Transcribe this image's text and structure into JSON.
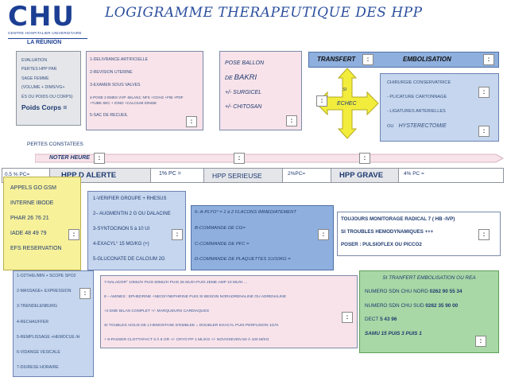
{
  "logo": {
    "letters": "CHU",
    "subtitle": "CENTRE HOSPITALIER UNIVERSITAIRE",
    "region": "LA RÉUNION"
  },
  "title": "LOGIGRAMME  THERAPEUTIQUE  DES HPP",
  "evaluation": {
    "lines": [
      "EVALUATION",
      "PERTES HPP PAR",
      "SAGE FEMME",
      "(VOLUME + DIMS/VG+",
      "ÉS  OU POIDS OU  CORPS)"
    ],
    "poids": "Poids Corps ="
  },
  "delivrance": {
    "lines": [
      "1-DELIVRANCE ARTIFICIELLE",
      "2-REVISION UTERINE",
      "3-EXAMEN SOUS VALVES",
      "4-POSE 2 EMES VVP  -BILAN1: NFS +COAG +FIB +PDF",
      "+TUBE SEC + IONO +CALCIUM IONISE",
      "5-SAC DE RECUEIL"
    ]
  },
  "ballon": {
    "l1": "POSE  BALLON",
    "l2a": "DE ",
    "l2b": "BAKRI",
    "l3": "+/-  SURGICEL",
    "l4": "+/-  CHITOSAN"
  },
  "transfert": "TRANSFERT",
  "embolisation": "EMBOLISATION",
  "si": "SI",
  "echec": "ECHEC",
  "chirurgie": {
    "title": "CHIRURGIE CONSERVATRICE",
    "l1": "- PLICATURE CARTONNAGE",
    "l2": "- LIGATURES ARTERIELLES",
    "l3a": "OU",
    "l3b": "HYSTERECTOMIE"
  },
  "pertes": "PERTES CONSTATEES",
  "noter_heure": "NOTER HEURE",
  "scale": {
    "p05": "0.5 % PC=",
    "alerte": "HPP D ALERTE",
    "p1": "1% PC =",
    "serieuse": "HPP SERIEUSE",
    "p2": "2%PC=",
    "grave": "HPP GRAVE",
    "p4": "4% PC ="
  },
  "appels": {
    "lines": [
      "APPELS  GO GSM",
      "INTERNE  IBODE",
      "PHAR 26 76 21",
      "IADE  48 49 79",
      "EFS  RESERVATION"
    ]
  },
  "verifier": {
    "lines": [
      "1-VERIFIER GROUPE + RHESUS",
      "2– AUGMENTIN 2 G OU DALACINE",
      "3-SYNTOCINON 5 à 10 UI",
      "4-EXACYL° 15 MG/KG (+)",
      "5-GLUCONATE DE CALCIUM 2G"
    ]
  },
  "plyo": {
    "lines": [
      "6- A-PLYO° = 1 à 2 FLACONS IMMEDIATEMENT",
      "B-COMMANDE DE CG=",
      "C-COMMANDE DE PFC =",
      "D-COMMANDE DE PLAQUETTES 1U/10KG ="
    ]
  },
  "monitorage": {
    "lines": [
      "TOUJOURS MONITORAGE RADICAL 7 ( HB -IVP)",
      "SI TROUBLES HEMODYNAMIQUES +++",
      "POSER :  PULSIOFLEX  OU  PICCO2"
    ]
  },
  "oxygene": {
    "lines": [
      "1-O2TH6L/MIN + SCOPE SPO2",
      "2-MASSAGE+ EXPRESSION",
      "3-TRENDELENBURG",
      "4-RECHAUFFER",
      "5-REMPLISSAGE  +HEMOCUE /H",
      "6-VIDANGE  VESICALE",
      "7-DIURESE HORAIRE"
    ]
  },
  "nalador": {
    "lines": [
      "7-NALADOR°  10MU/H  PUIS  50MU/H     PUIS 25 MU/H  PUIS    2EME  AMP 10 MU/H ...",
      "8 – AMINES : EPHEDRINE +NEOSYNEPHRINE          PUIS SI BESOIN   NORADRENALINE OU ADRENALINE",
      "+2 EME BILAN COMPLET +/- MARQUEURS CARDIAQUES",
      "SI TOUBLES AIGUS DE L'HEMOSTASE D'EMBLEE =  DOUBLER EXACYL PUIS PERFUSION 1G/H",
      "+  9-PASSER CLOTTAFACT 3 à 6 GR  +/- CRYO PP 1 ML/KG  +/-  NOVOSEVEN  50 à 100 µ/KG"
    ]
  },
  "samu": {
    "title": "SI TRANFERT EMBOLISATION OU REA",
    "nord_label": "NUMERO SDN CHU NORD ",
    "nord_num": "0262 90 55 34",
    "sud_label": "NUMERO SDN CHU SUD  ",
    "sud_num": "0262 35 90 00",
    "dect_label": "DECT ",
    "dect_num": "5 43 96",
    "samu": "SAMU 15 PUIS 3 PUIS 1"
  },
  "colon": ":",
  "colors": {
    "title_blue": "#2b4f9e",
    "logo_blue": "#1c3f94",
    "pink": "#f8e3ea",
    "blue": "#c5d6ee",
    "yellow": "#f7f19a",
    "green": "#a8d8a5",
    "arrow_yellow": "#f2ec3c"
  }
}
